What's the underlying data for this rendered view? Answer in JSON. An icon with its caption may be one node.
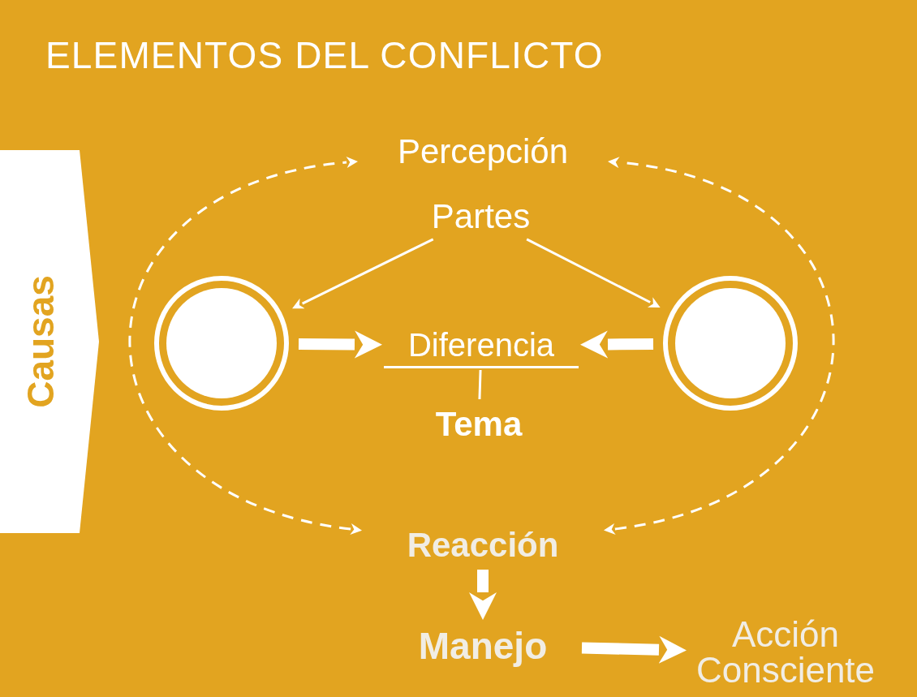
{
  "diagram": {
    "title": "ELEMENTOS DEL CONFLICTO",
    "nodes": [
      {
        "text": [
          "Percepción"
        ]
      },
      {
        "text": [
          "Partes"
        ]
      },
      {
        "text": [],
        "shape": "circle"
      },
      {
        "text": [],
        "shape": "circle"
      },
      {
        "text": [
          "Diferencia"
        ]
      },
      {
        "text": [
          "Tema"
        ]
      },
      {
        "text": [
          "Reacción"
        ]
      },
      {
        "text": [
          "Manejo"
        ]
      },
      {
        "text": [
          "Acción Consciente"
        ]
      },
      {
        "text": [
          "Causas"
        ]
      }
    ],
    "edges": [
      {
        "from": 1,
        "to": 2,
        "arrow": "to"
      },
      {
        "from": 1,
        "to": 3,
        "arrow": "to"
      },
      {
        "from": 2,
        "to": 4,
        "arrow": "to",
        "style": "thick"
      },
      {
        "from": 3,
        "to": 4,
        "arrow": "to",
        "style": "thick"
      },
      {
        "from": 4,
        "to": 5,
        "arrow": "none"
      },
      {
        "from": 6,
        "to": 0,
        "arrow": "both",
        "style": "dashed"
      },
      {
        "from": 6,
        "to": 0,
        "arrow": "both",
        "style": "dashed"
      },
      {
        "from": 6,
        "to": 7,
        "arrow": "to",
        "style": "thick"
      },
      {
        "from": 7,
        "to": 8,
        "arrow": "to",
        "style": "thick"
      }
    ]
  }
}
